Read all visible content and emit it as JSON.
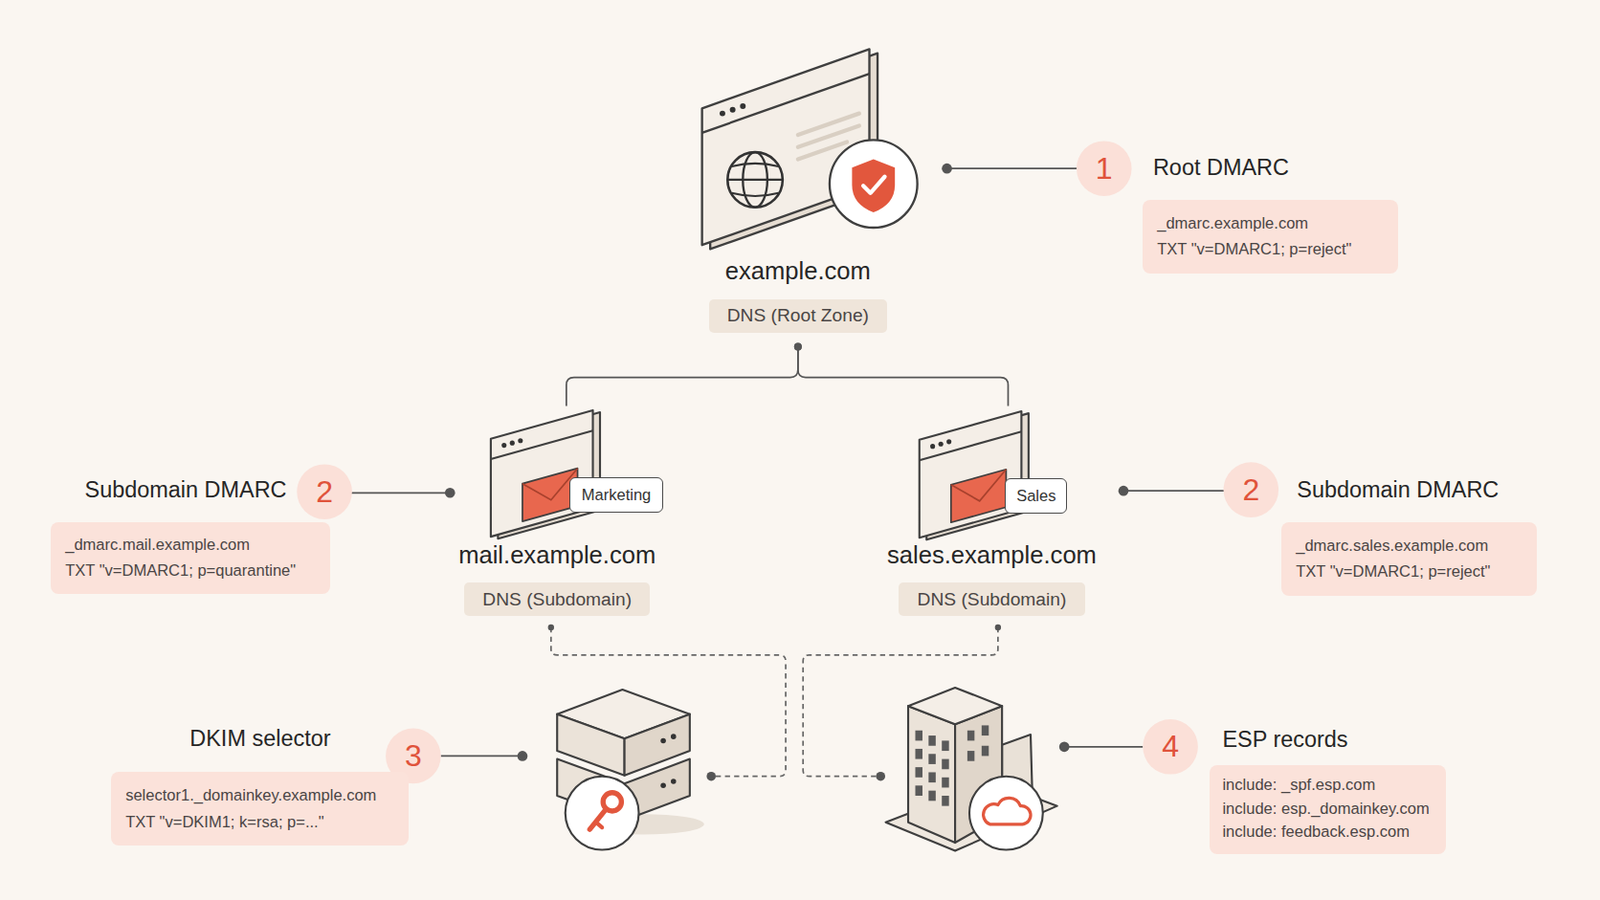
{
  "diagram": {
    "nodes": [
      {
        "text": [
          "example.com",
          "DNS (Root Zone)"
        ]
      },
      {
        "text": [
          "Root DMARC",
          "_dmarc.example.com",
          "TXT \"v=DMARC1; p=reject\""
        ]
      },
      {
        "text": [
          "Subdomain DMARC",
          "_dmarc.mail.example.com",
          "TXT \"v=DMARC1; p=quarantine\""
        ]
      },
      {
        "text": [
          "mail.example.com",
          "DNS (Subdomain)"
        ]
      },
      {
        "text": [
          "Marketing"
        ],
        "in": 3
      },
      {
        "text": [
          "sales.example.com",
          "DNS (Subdomain)"
        ]
      },
      {
        "text": [
          "Sales"
        ],
        "in": 5
      },
      {
        "text": [
          "Subdomain DMARC",
          "_dmarc.sales.example.com",
          "TXT \"v=DMARC1; p=reject\""
        ]
      },
      {
        "text": [
          "DKIM selector",
          "selector1._domainkey.example.com",
          "TXT \"v=DKIM1; k=rsa; p=...\""
        ]
      },
      {
        "text": [
          "ESP records",
          "include: _spf.esp.com",
          "include: esp._domainkey.com",
          "include: feedback.esp.com"
        ]
      }
    ],
    "edges": [
      {
        "from": 0,
        "to": 3,
        "arrow": "none"
      },
      {
        "from": 0,
        "to": 5,
        "arrow": "none"
      }
    ],
    "labels": [
      "1",
      "2",
      "2",
      "3",
      "4"
    ]
  }
}
